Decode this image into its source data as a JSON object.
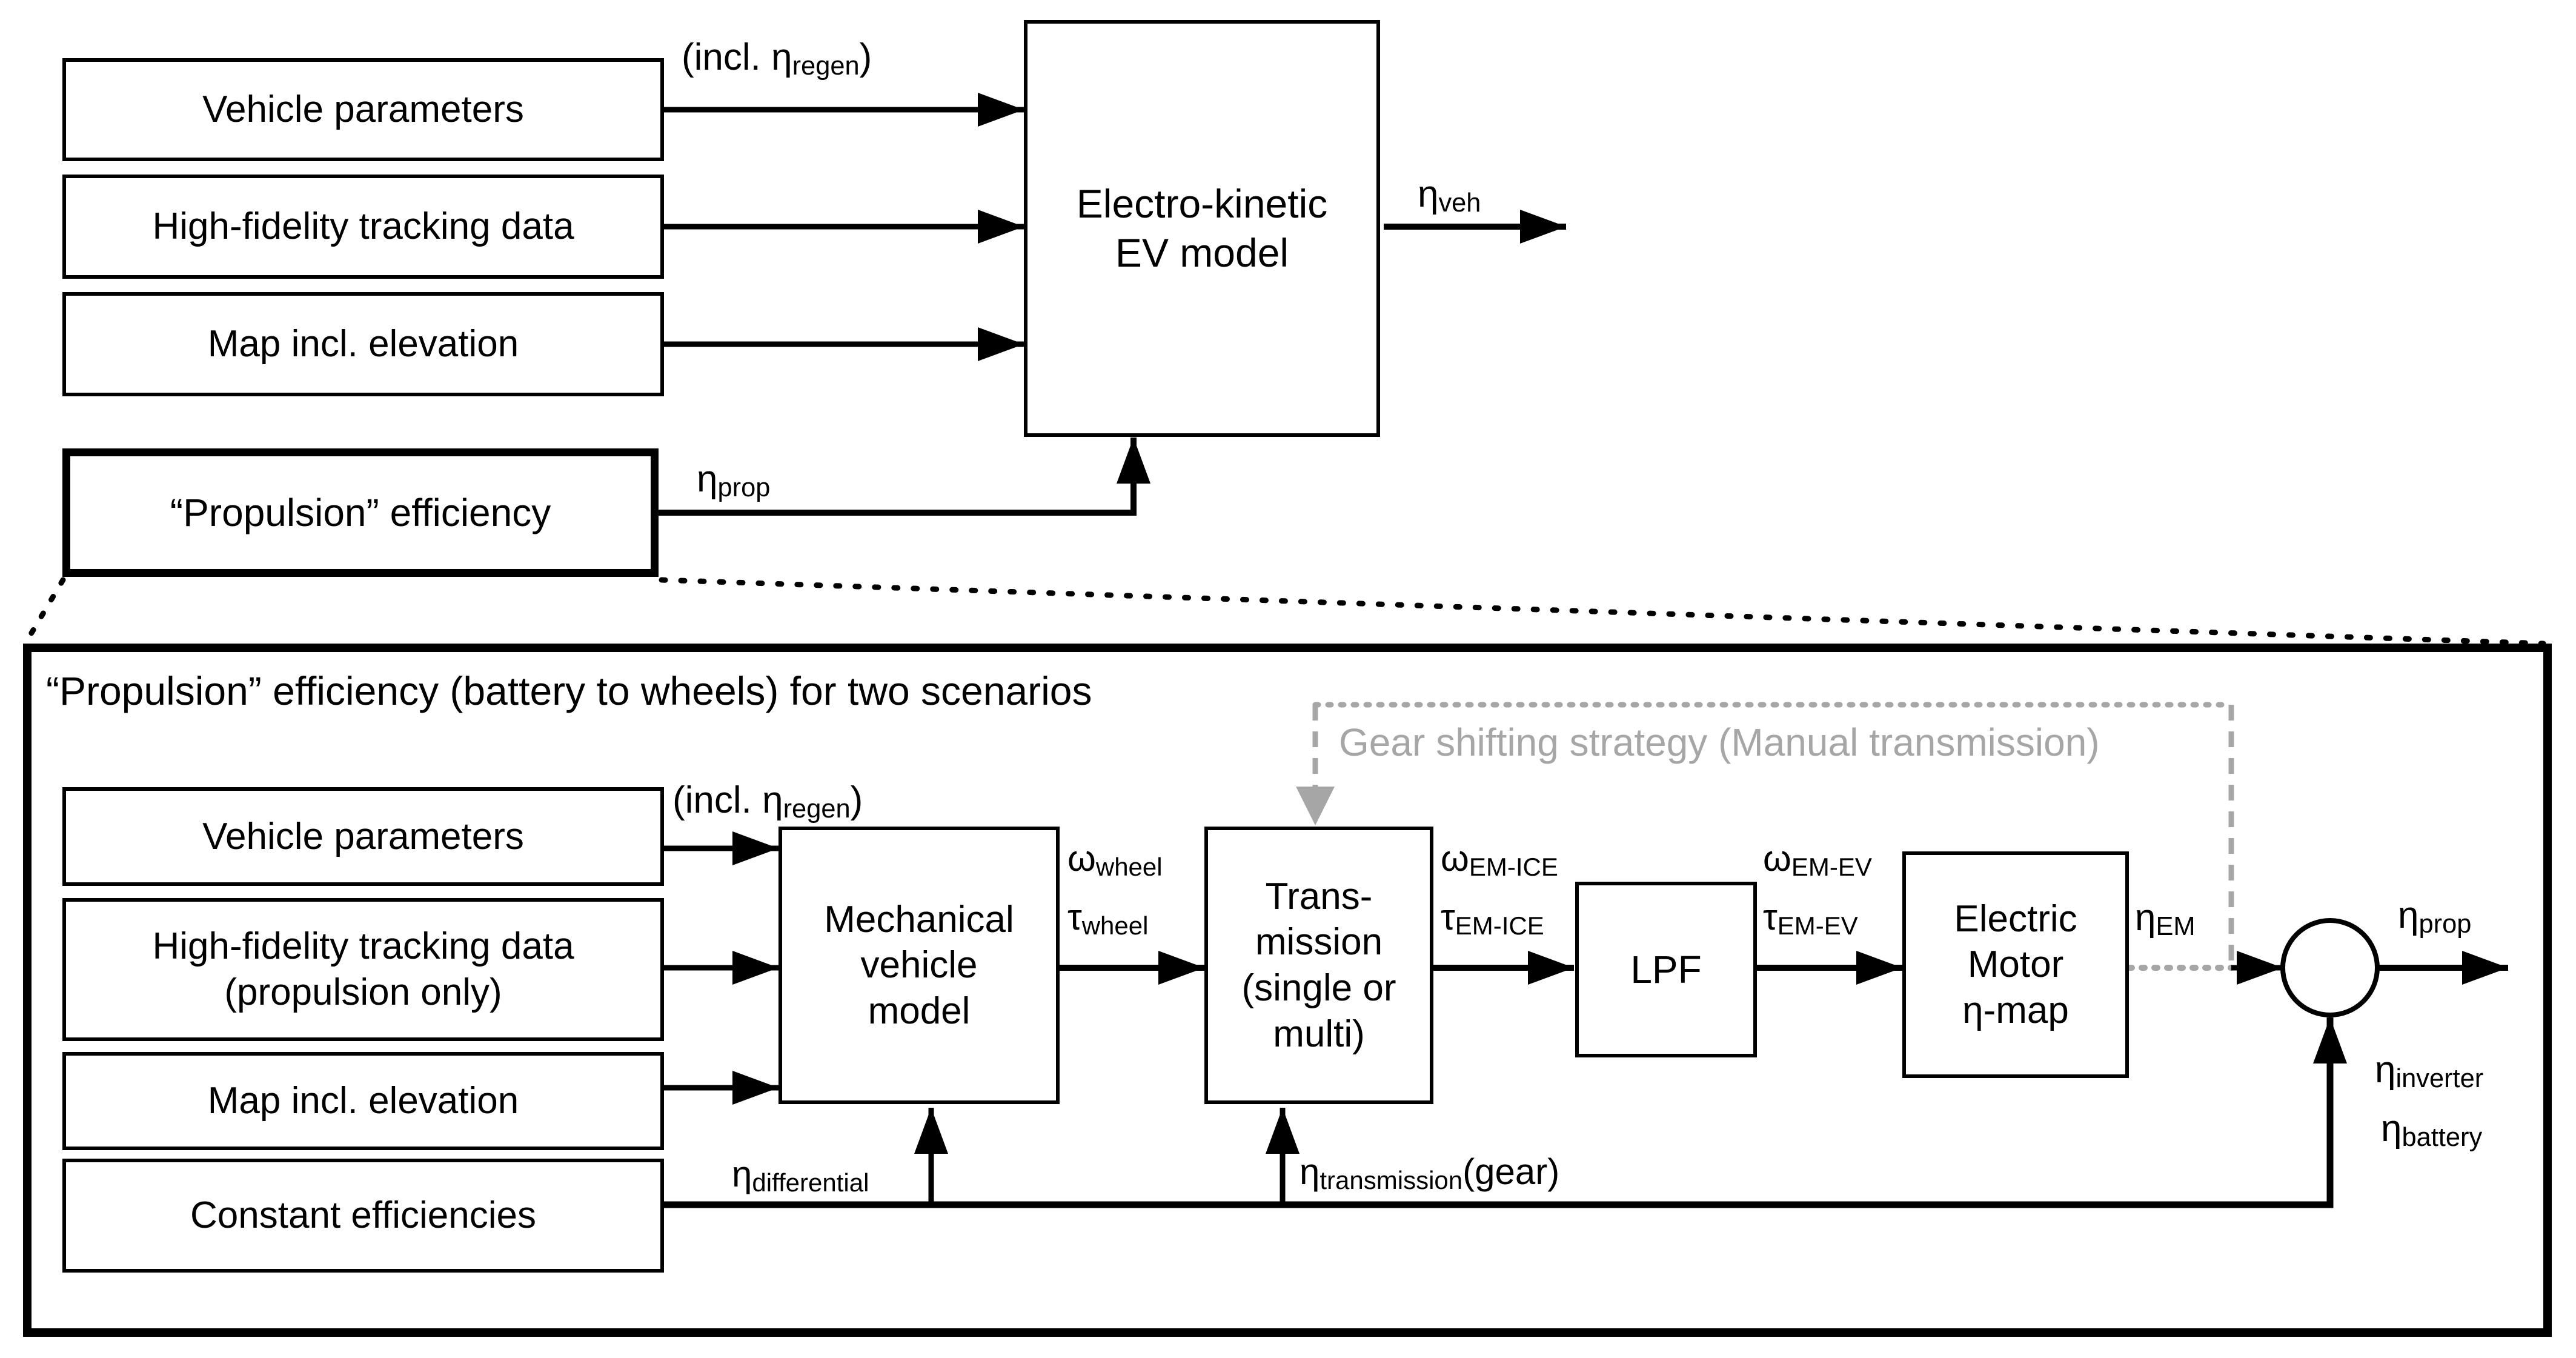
{
  "colors": {
    "ink": "#000000",
    "gray": "#a6a6a6",
    "background": "#ffffff"
  },
  "top": {
    "input_boxes": [
      {
        "lines": [
          "Vehicle parameters"
        ]
      },
      {
        "lines": [
          "High-fidelity tracking data"
        ]
      },
      {
        "lines": [
          "Map incl.  elevation"
        ]
      }
    ],
    "incl_regen": {
      "pre": "(incl. η",
      "sub": "regen",
      "post": ")"
    },
    "ev_model_box": {
      "lines": [
        "Electro-kinetic",
        "EV model"
      ]
    },
    "eta_veh": {
      "base": "η",
      "sub": "veh"
    },
    "propulsion_box": {
      "label": "“Propulsion” efficiency"
    },
    "eta_prop": {
      "base": "η",
      "sub": "prop"
    }
  },
  "panel": {
    "title": "“Propulsion” efficiency (battery to wheels) for two scenarios",
    "gear_strategy_label": "Gear shifting strategy (Manual transmission)",
    "input_boxes": [
      {
        "lines": [
          "Vehicle parameters"
        ]
      },
      {
        "lines": [
          "High-fidelity tracking data",
          "(propulsion only)"
        ]
      },
      {
        "lines": [
          "Map incl.  elevation"
        ]
      },
      {
        "lines": [
          "Constant efficiencies"
        ]
      }
    ],
    "incl_regen": {
      "pre": "(incl. η",
      "sub": "regen",
      "post": ")"
    },
    "blocks": {
      "mechanical": {
        "lines": [
          "Mechanical",
          "vehicle",
          "model"
        ]
      },
      "transmission": {
        "lines": [
          "Trans-",
          "mission",
          "(single or",
          "multi)"
        ]
      },
      "lpf": {
        "lines": [
          "LPF"
        ]
      },
      "electric_motor": {
        "lines": [
          "Electric",
          "Motor",
          "η-map"
        ]
      }
    },
    "signals": {
      "omega_wheel": {
        "base": "ω",
        "sub": "wheel"
      },
      "tau_wheel": {
        "base": "τ",
        "sub": "wheel"
      },
      "omega_em_ice": {
        "base": "ω",
        "sub": "EM-ICE"
      },
      "tau_em_ice": {
        "base": "τ",
        "sub": "EM-ICE"
      },
      "omega_em_ev": {
        "base": "ω",
        "sub": "EM-EV"
      },
      "tau_em_ev": {
        "base": "τ",
        "sub": "EM-EV"
      },
      "eta_em": {
        "base": "η",
        "sub": "EM"
      },
      "eta_prop": {
        "base": "η",
        "sub": "prop"
      },
      "eta_inverter": {
        "base": "η",
        "sub": "inverter"
      },
      "eta_battery": {
        "base": "η",
        "sub": "battery"
      },
      "eta_differential": {
        "base": "η",
        "sub": "differential"
      },
      "eta_transmission_gear": {
        "base": "η",
        "sub": "transmission",
        "post": "(gear)"
      }
    }
  }
}
